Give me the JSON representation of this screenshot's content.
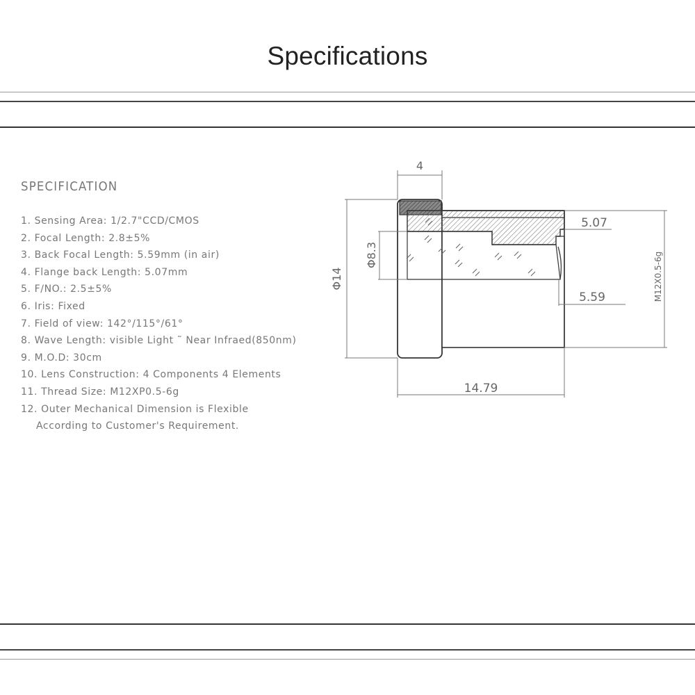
{
  "title": "Specifications",
  "spec": {
    "heading": "SPECIFICATION",
    "items": [
      "1. Sensing Area: 1/2.7\"CCD/CMOS",
      "2. Focal Length: 2.8±5%",
      "3. Back Focal Length: 5.59mm (in air)",
      "4. Flange back Length: 5.07mm",
      "5. F/NO.: 2.5±5%",
      "6. Iris: Fixed",
      "7. Field of view: 142°/115°/61°",
      "8. Wave Length: visible Light ˜ Near Infraed(850nm)",
      "9. M.O.D: 30cm",
      "10. Lens Construction: 4 Components 4 Elements",
      "11. Thread Size: M12XP0.5-6g",
      "12. Outer Mechanical Dimension is Flexible",
      "According to Customer's Requirement."
    ]
  },
  "drawing": {
    "dim_top": "4",
    "dim_flange": "5.07",
    "dim_bfl": "5.59",
    "dim_length": "14.79",
    "dim_outer_dia": "Φ14",
    "dim_inner_dia": "Φ8.3",
    "thread_label": "M12X0.5-6g"
  }
}
